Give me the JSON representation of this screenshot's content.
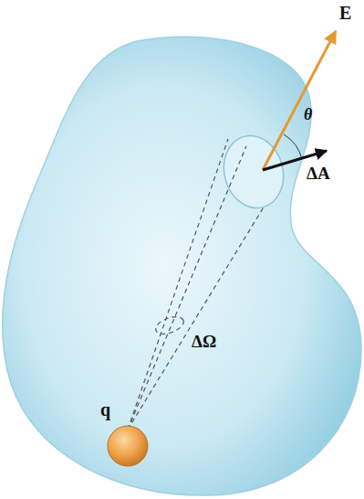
{
  "diagram": {
    "labels": [
      "E",
      "θ",
      "ΔA",
      "ΔΩ",
      "q"
    ]
  }
}
